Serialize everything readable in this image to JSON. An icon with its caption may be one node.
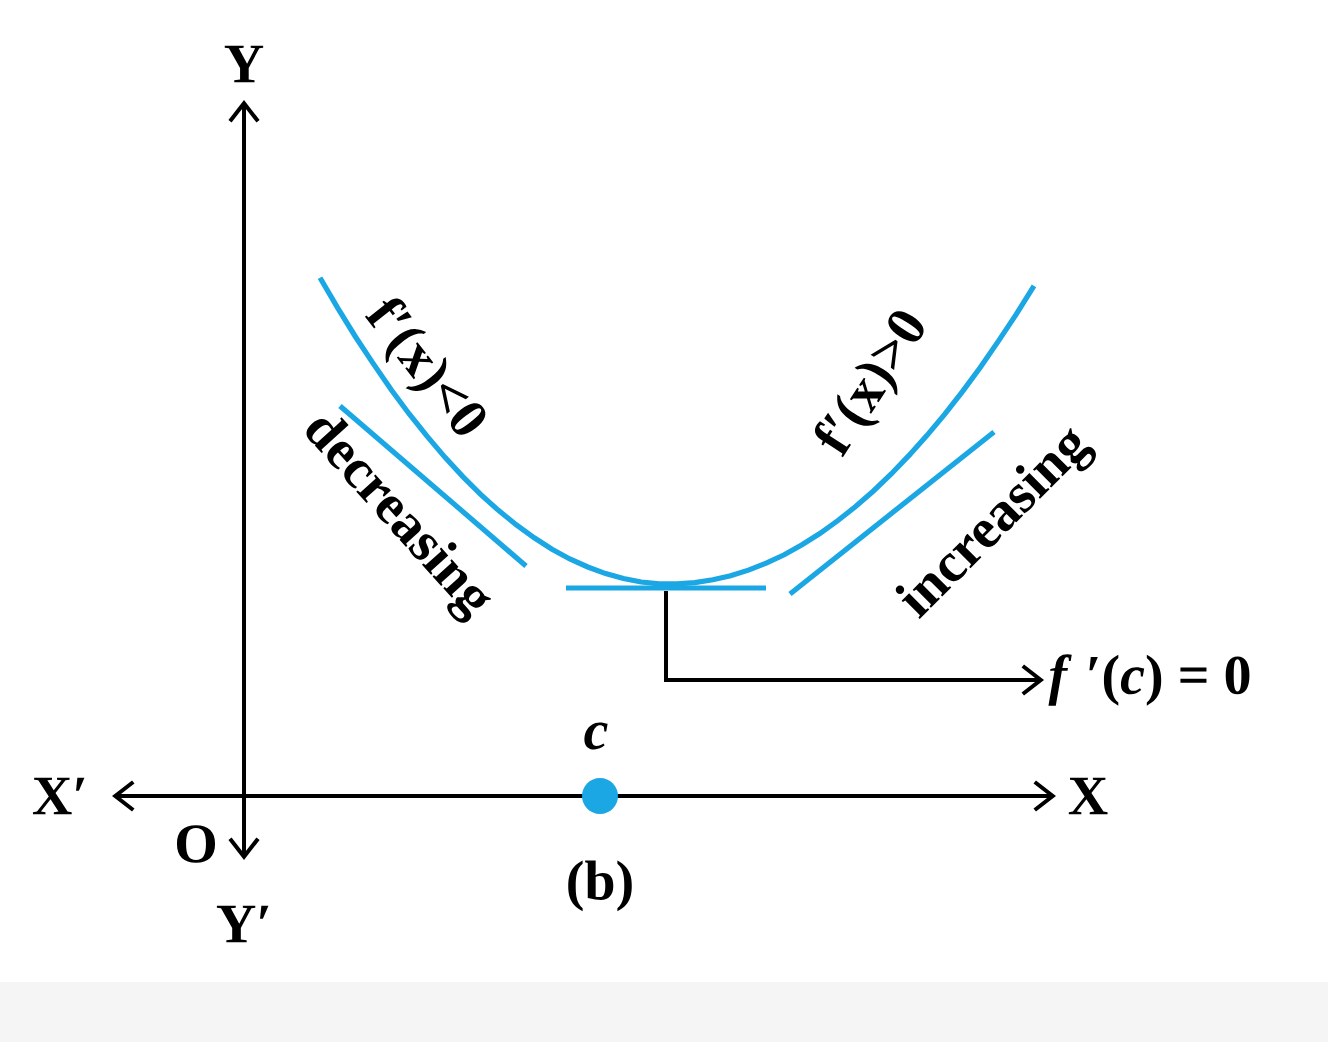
{
  "diagram": {
    "nodes": [
      {
        "text": [],
        "shape": "line"
      },
      {
        "text": [
          "*f* ′(*c*) = 0"
        ]
      }
    ],
    "edges": [
      {
        "from": 0,
        "to": 1,
        "arrow": "to"
      }
    ],
    "labels": [
      "Y",
      "X′",
      "O",
      "X",
      "Y′",
      "f′(x)<0",
      "decreasing",
      "f′(x)>0",
      "increasing",
      "*c*",
      "(b)"
    ]
  }
}
